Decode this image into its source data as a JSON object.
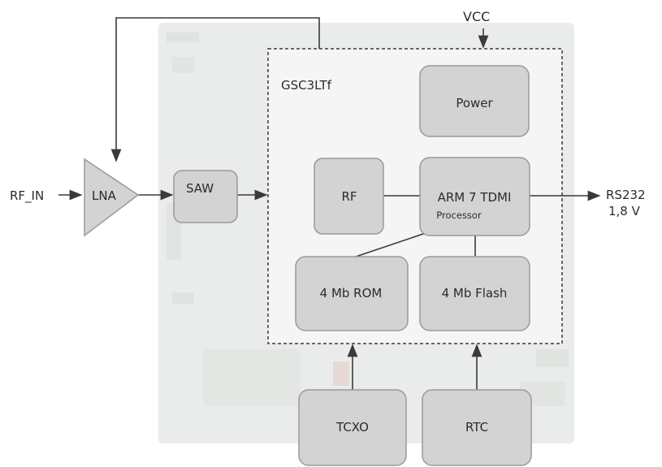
{
  "diagram": {
    "vcc_label": "VCC",
    "chip_label": "GSC3LTf",
    "rf_in_label": "RF_IN",
    "lna_label": "LNA",
    "saw_label": "SAW",
    "rf_label": "RF",
    "power_label": "Power",
    "arm_label": "ARM 7 TDMI",
    "arm_sub_label": "Processor",
    "rom_label": "4 Mb ROM",
    "flash_label": "4 Mb Flash",
    "tcxo_label": "TCXO",
    "rtc_label": "RTC",
    "rs232_label": "RS232",
    "voltage_label": "1,8 V"
  },
  "colors": {
    "block_fill": "#d3d3d3",
    "block_stroke": "#9a9a9a",
    "chip_fill": "#f5f5f5",
    "wire": "#3a3a3a",
    "background_board": "#e9ecea"
  }
}
